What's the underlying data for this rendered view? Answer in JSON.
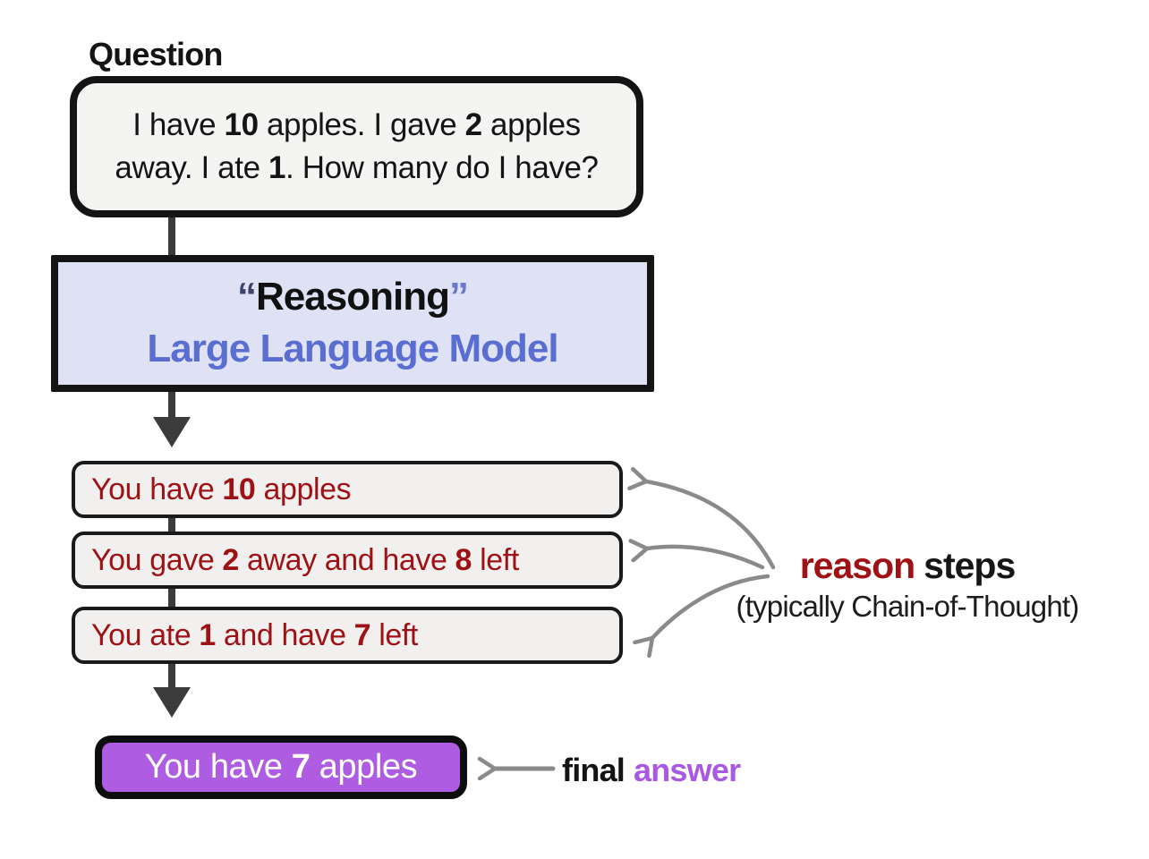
{
  "question": {
    "label": "Question",
    "line1": [
      "I have ",
      "10",
      " apples. I gave ",
      "2",
      " apples"
    ],
    "line2": [
      "away. I ate ",
      "1",
      ". How many do I have?"
    ]
  },
  "llm": {
    "quote_open": "“",
    "title": "Reasoning",
    "quote_close": "”",
    "subtitle": "Large Language Model"
  },
  "steps": [
    {
      "parts": [
        "You have ",
        "10",
        " apples"
      ]
    },
    {
      "parts": [
        "You gave ",
        "2",
        " away and have ",
        "8",
        " left"
      ]
    },
    {
      "parts": [
        "You ate ",
        "1",
        " and have ",
        "7",
        " left"
      ]
    }
  ],
  "final": {
    "parts": [
      "You have ",
      "7",
      " apples"
    ]
  },
  "annotations": {
    "reason_steps": {
      "highlight": "reason",
      "rest": "steps",
      "subtitle": "(typically Chain-of-Thought)"
    },
    "final_answer": {
      "word1": "final",
      "word2": "answer"
    }
  },
  "colors": {
    "ink": "#141414",
    "box_bg": "#f4f4f3",
    "llm_bg": "#dfe2f4",
    "llm_blue": "#5a6ed1",
    "quote_open": "#3e4469",
    "quote_close": "#6d77cc",
    "step_bg": "#f1f0ef",
    "step_red": "#9e1114",
    "purple_fill": "#ae5ce1",
    "purple_text": "#a958e2",
    "arrow_gray": "#8a8a8a",
    "arrow_dark": "#3b3b3b"
  }
}
